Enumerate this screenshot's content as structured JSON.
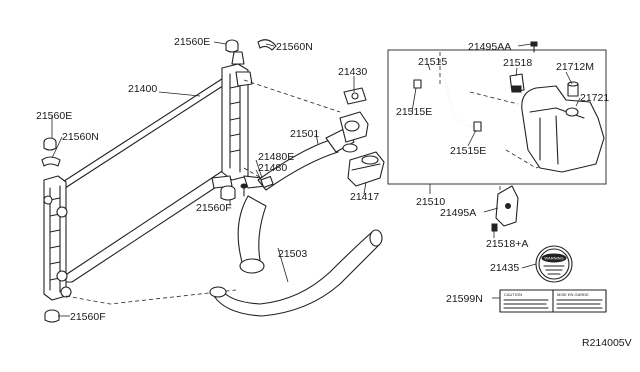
{
  "diagram_id": "R214005V",
  "labels": {
    "radiator": "21400",
    "drain_cap_top": "21560E",
    "clip_top": "21560N",
    "drain_cap_left": "21560E",
    "clip_left": "21560N",
    "mount_center": "21560F",
    "mount_bottom": "21560F",
    "upper_hose": "21501",
    "water_outlet": "21430",
    "hose_clamp_e": "21480E",
    "hose_clamp": "21480",
    "bracket": "21417",
    "lower_hose": "21503",
    "reservoir_bolt": "21495AA",
    "reservoir_hose": "21515",
    "hose_e_left": "21515E",
    "hose_e_right": "21515E",
    "grommet": "21518",
    "reservoir_cap": "21712M",
    "reservoir_tank": "21721",
    "reservoir_assembly": "21510",
    "tank_bracket": "21495A",
    "grommet_a": "21518+A",
    "warning_label": "21435",
    "caution_label": "21599N"
  },
  "decals": {
    "warning_text": "WARNING",
    "caution_text": "CAUTION",
    "mise_text": "MISE EN GARDE"
  }
}
